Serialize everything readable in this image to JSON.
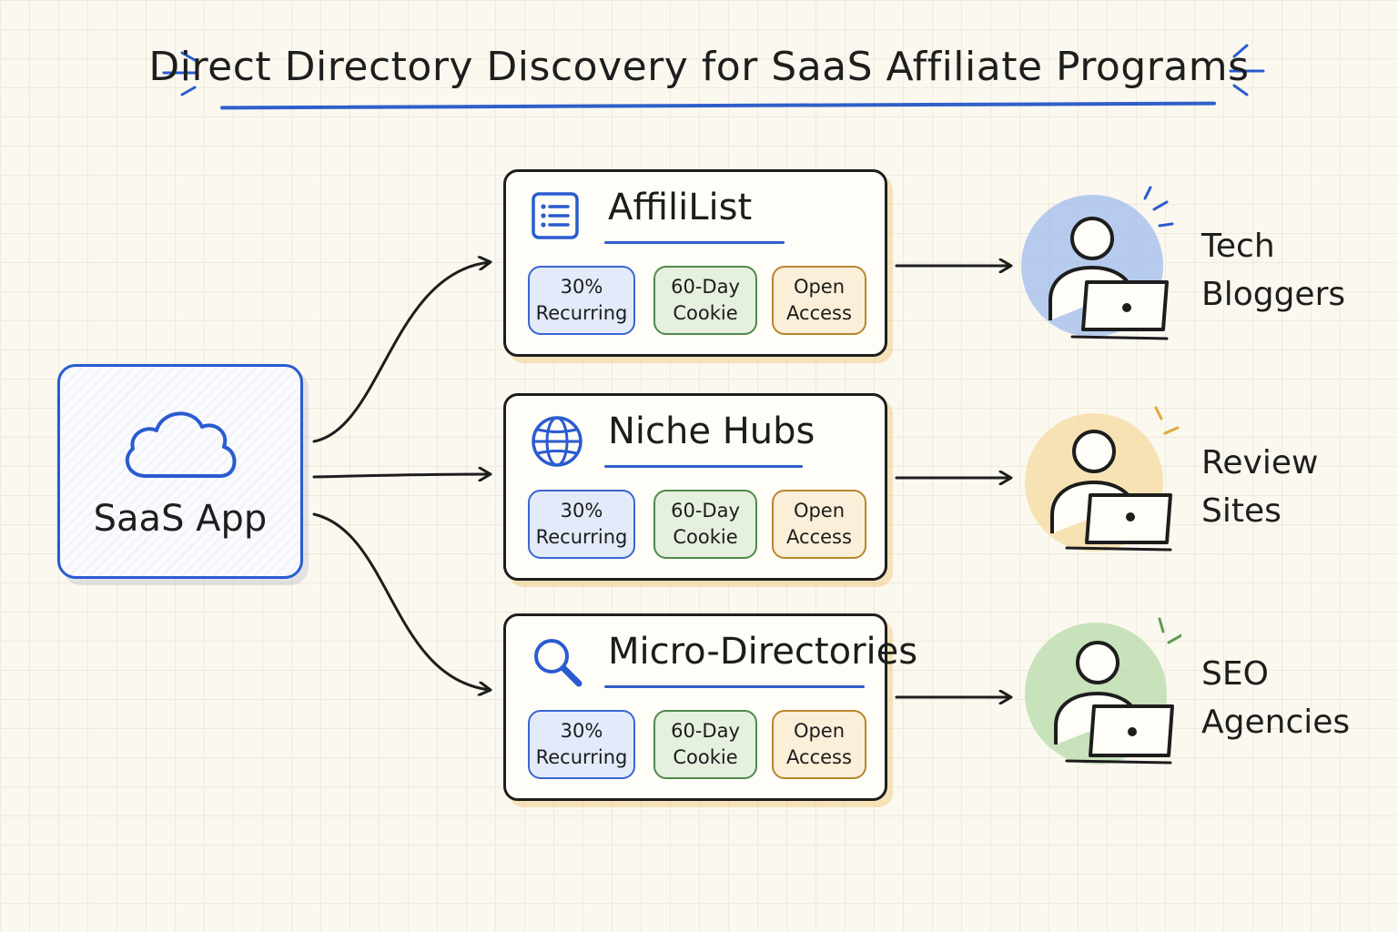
{
  "title": "Direct  Directory Discovery for SaaS Affiliate Programs",
  "source": {
    "label": "SaaS App",
    "icon": "cloud-icon"
  },
  "directories": [
    {
      "name": "AffiliList",
      "icon": "list-icon",
      "badges": [
        {
          "label": "30%\nRecurring",
          "color": "#3866d2"
        },
        {
          "label": "60-Day\nCookie",
          "color": "#4f8a4c"
        },
        {
          "label": "Open\nAccess",
          "color": "#b9862c"
        }
      ]
    },
    {
      "name": "Niche Hubs",
      "icon": "globe-icon",
      "badges": [
        {
          "label": "30%\nRecurring",
          "color": "#3866d2"
        },
        {
          "label": "60-Day\nCookie",
          "color": "#4f8a4c"
        },
        {
          "label": "Open\nAccess",
          "color": "#b9862c"
        }
      ]
    },
    {
      "name": "Micro-Directories",
      "icon": "magnifier-icon",
      "badges": [
        {
          "label": "30%\nRecurring",
          "color": "#3866d2"
        },
        {
          "label": "60-Day\nCookie",
          "color": "#4f8a4c"
        },
        {
          "label": "Open\nAccess",
          "color": "#b9862c"
        }
      ]
    }
  ],
  "audiences": [
    {
      "label": "Tech\nBloggers",
      "color": "#7fa3e6",
      "icon": "person-laptop-icon"
    },
    {
      "label": "Review\nSites",
      "color": "#f3cf86",
      "icon": "person-laptop-icon"
    },
    {
      "label": "SEO\nAgencies",
      "color": "#a9cf98",
      "icon": "person-laptop-icon"
    }
  ],
  "colors": {
    "accent": "#2a5bd0",
    "ink": "#1d1d1d",
    "background": "#fbf8ef"
  }
}
